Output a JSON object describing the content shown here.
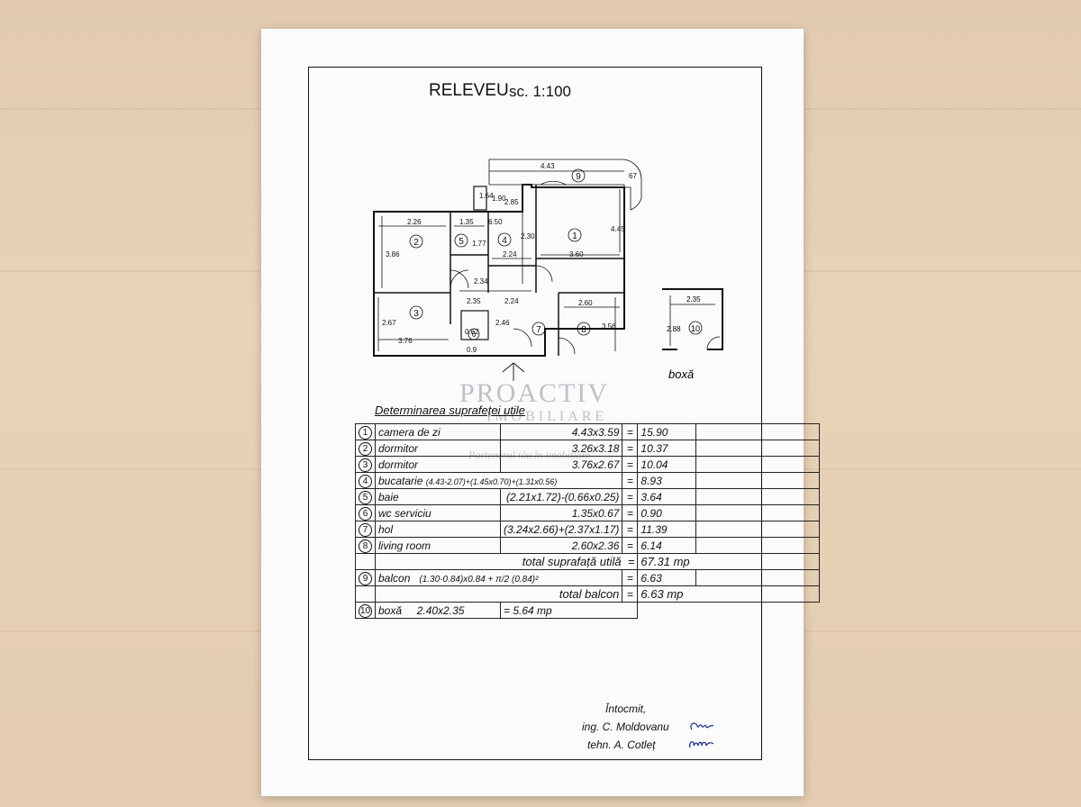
{
  "header": {
    "title": "RELEVEU",
    "scale": "sc. 1:100"
  },
  "plan": {
    "dims": {
      "d443": "4.43",
      "d67": "67",
      "d164": "1.64",
      "d190": "1.90",
      "d285": "2.85",
      "d226": "2.26",
      "d135": "1.35",
      "d650": "6.50",
      "d230": "2.30",
      "d445": "4.45",
      "d386": "3.86",
      "d177": "1.77",
      "d224a": "2.24",
      "d360": "3.60",
      "d234": "2.34",
      "d235": "2.35",
      "d224b": "2.24",
      "d260": "2.60",
      "d267": "2.67",
      "d246": "2.46",
      "d356": "3.56",
      "d376": "3.76",
      "d062": "0.62",
      "d09": "0.9",
      "box235": "2.35",
      "box288": "2.88"
    },
    "rooms": [
      "1",
      "2",
      "3",
      "4",
      "5",
      "6",
      "7",
      "8",
      "9",
      "10"
    ],
    "box_label": "boxă"
  },
  "watermark": {
    "line1": "PROACTIV",
    "line2": "IMOBILIARE",
    "line3": "Partenerul tău în imobiliare"
  },
  "table": {
    "title": "Determinarea suprafeței utile",
    "rows": [
      {
        "n": "1",
        "name": "camera de zi",
        "dims": "4.43x3.59",
        "eq": "=",
        "res": "15.90"
      },
      {
        "n": "2",
        "name": "dormitor",
        "dims": "3.26x3.18",
        "eq": "=",
        "res": "10.37"
      },
      {
        "n": "3",
        "name": "dormitor",
        "dims": "3.76x2.67",
        "eq": "=",
        "res": "10.04"
      },
      {
        "n": "4",
        "name": "bucatarie",
        "dims": "(4.43-2.07)+(1.45x0.70)+(1.31x0.56)",
        "eq": "=",
        "res": "8.93"
      },
      {
        "n": "5",
        "name": "baie",
        "dims": "(2.21x1.72)-(0.66x0.25)",
        "eq": "=",
        "res": "3.64"
      },
      {
        "n": "6",
        "name": "wc serviciu",
        "dims": "1.35x0.67",
        "eq": "=",
        "res": "0.90"
      },
      {
        "n": "7",
        "name": "hol",
        "dims": "(3.24x2.66)+(2.37x1.17)",
        "eq": "=",
        "res": "11.39"
      },
      {
        "n": "8",
        "name": "living room",
        "dims": "2.60x2.36",
        "eq": "=",
        "res": "6.14"
      }
    ],
    "total_util_label": "total suprafață utilă",
    "total_util_eq": "=",
    "total_util_value": "67.31 mp",
    "balcon": {
      "n": "9",
      "name": "balcon",
      "formula": "(1.30-0.84)x0.84 + π/2 (0.84)²",
      "eq": "=",
      "res": "6.63"
    },
    "total_balcon_label": "total balcon",
    "total_balcon_eq": "=",
    "total_balcon_value": "6.63 mp",
    "boxa": {
      "n": "10",
      "name": "boxă",
      "dims": "2.40x2.35",
      "res": "= 5.64 mp"
    }
  },
  "signature": {
    "line1": "Întocmit,",
    "line2": "ing. C. Moldovanu",
    "line3": "tehn. A. Cotleț"
  }
}
